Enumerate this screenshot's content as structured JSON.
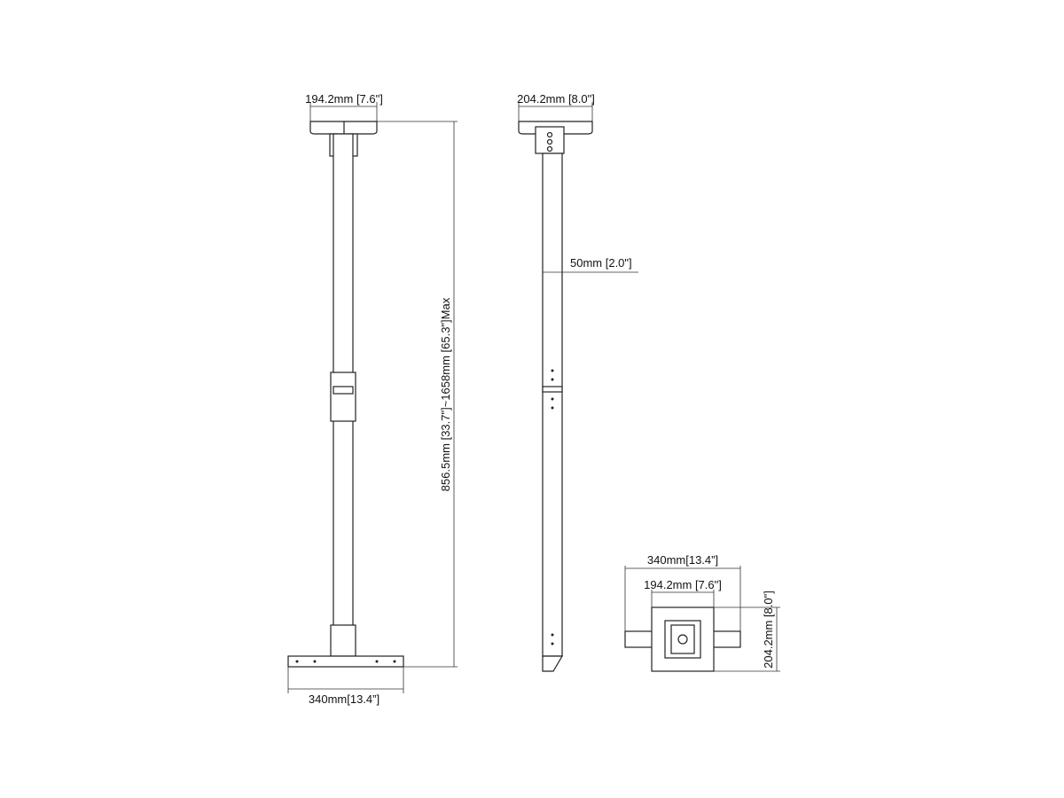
{
  "front_view": {
    "top_width": "194.2mm [7.6\"]",
    "height_range": "856.5mm [33.7\"]~1658mm [65.3\"]Max",
    "base_width": "340mm[13.4”]"
  },
  "side_view": {
    "top_width": "204.2mm [8.0\"]",
    "pole_diameter": "50mm [2.0\"]"
  },
  "plan_view": {
    "arm_width": "340mm[13.4”]",
    "plate_width": "194.2mm [7.6\"]",
    "plate_depth": "204.2mm [8.0\"]"
  }
}
